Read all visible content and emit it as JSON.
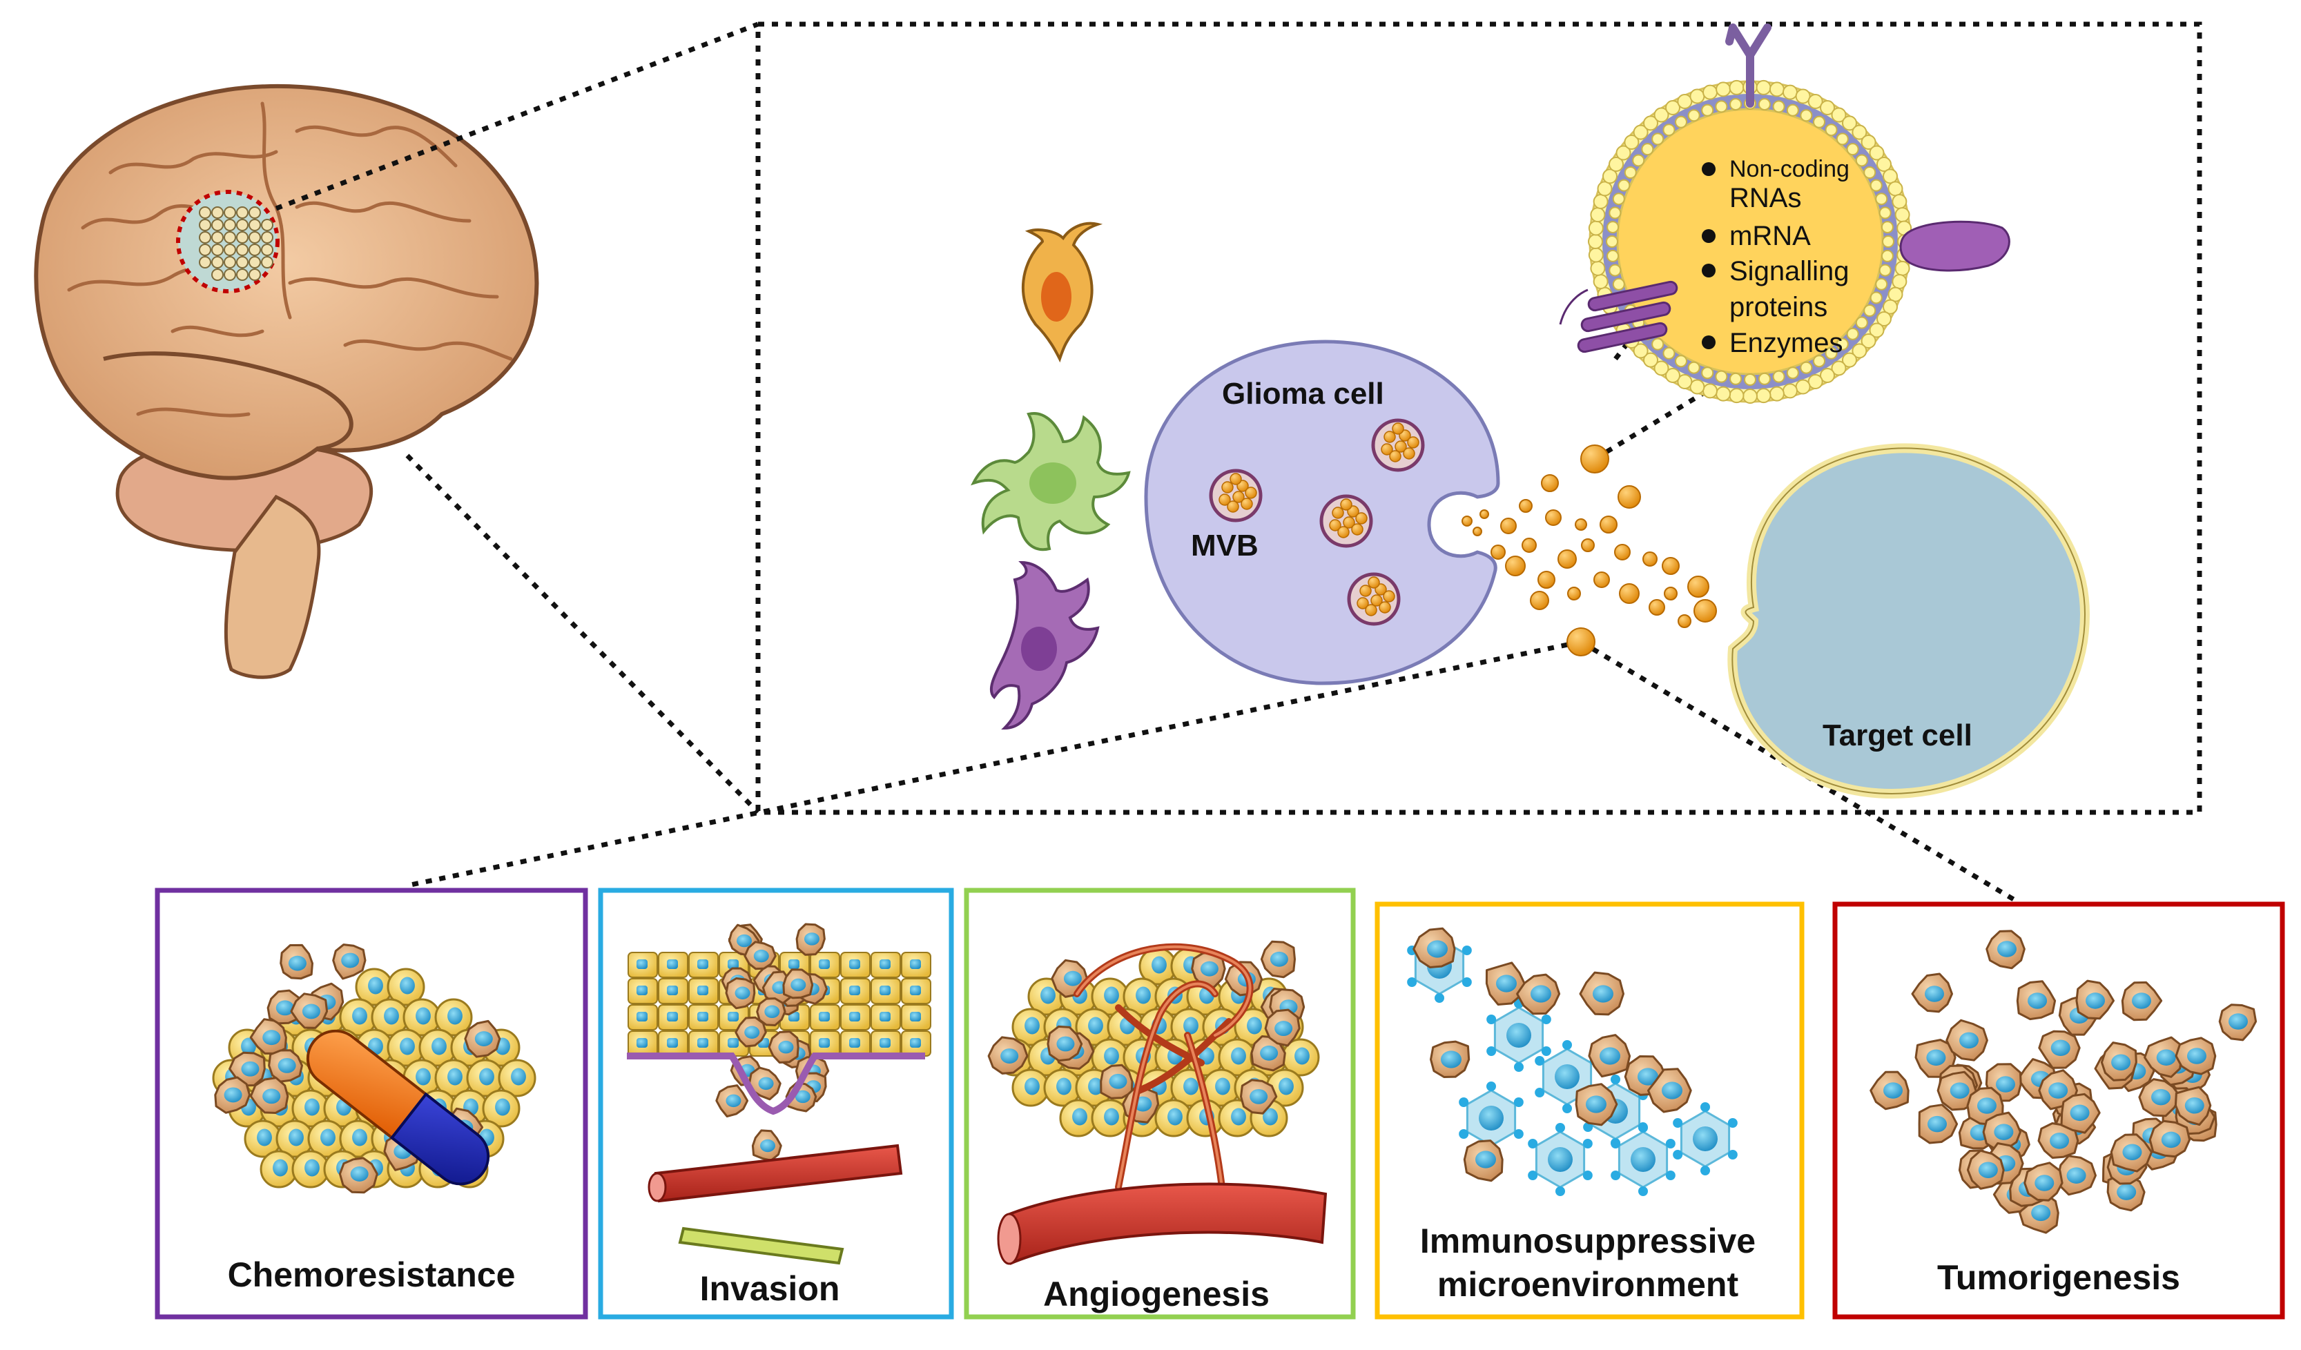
{
  "diagram": {
    "glioma_cell_label": "Glioma cell",
    "mvb_label": "MVB",
    "target_cell_label": "Target cell",
    "exosome_cargo": [
      {
        "line1": "Non-coding",
        "line2": "RNAs"
      },
      {
        "line1": "mRNA",
        "line2": ""
      },
      {
        "line1": "Signalling",
        "line2": "proteins"
      },
      {
        "line1": "Enzymes",
        "line2": ""
      }
    ],
    "panels": [
      {
        "id": "chemoresistance",
        "label": "Chemoresistance",
        "label2": "",
        "border_color": "#7030A0"
      },
      {
        "id": "invasion",
        "label": "Invasion",
        "label2": "",
        "border_color": "#29ABE2"
      },
      {
        "id": "angiogenesis",
        "label": "Angiogenesis",
        "label2": "",
        "border_color": "#92D050"
      },
      {
        "id": "immunosuppressive",
        "label": "Immunosuppressive",
        "label2": "microenvironment",
        "border_color": "#FFC000"
      },
      {
        "id": "tumorigenesis",
        "label": "Tumorigenesis",
        "label2": "",
        "border_color": "#C00000"
      }
    ],
    "colors": {
      "glioma_cell": "#C9C8EC",
      "target_cell": "#A9C8D6",
      "exosome_interior": "#FFD35C",
      "membrane": "#8B8FC8",
      "vesicle": "#F5A623",
      "tumor_cell": "#D9A779",
      "nucleus": "#3AA8D8",
      "brain": "#E8B88E"
    }
  }
}
